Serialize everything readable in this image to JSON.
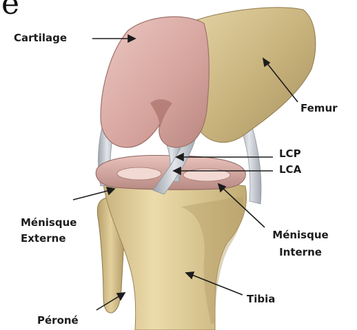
{
  "corner_glyph": "e",
  "labels": {
    "cartilage": "Cartilage",
    "femur": "Femur",
    "lcp": "LCP",
    "lca": "LCA",
    "menisque_externe_1": "Ménisque",
    "menisque_externe_2": "Externe",
    "menisque_interne_1": "Ménisque",
    "menisque_interne_2": "Interne",
    "tibia": "Tibia",
    "perone": "Péroné"
  },
  "colors": {
    "cartilage": "#d9aaa4",
    "femur": "#c9b47e",
    "tibia": "#d9c690",
    "meniscus": "#d8a8a0",
    "ligament": "#c8ccd3"
  }
}
